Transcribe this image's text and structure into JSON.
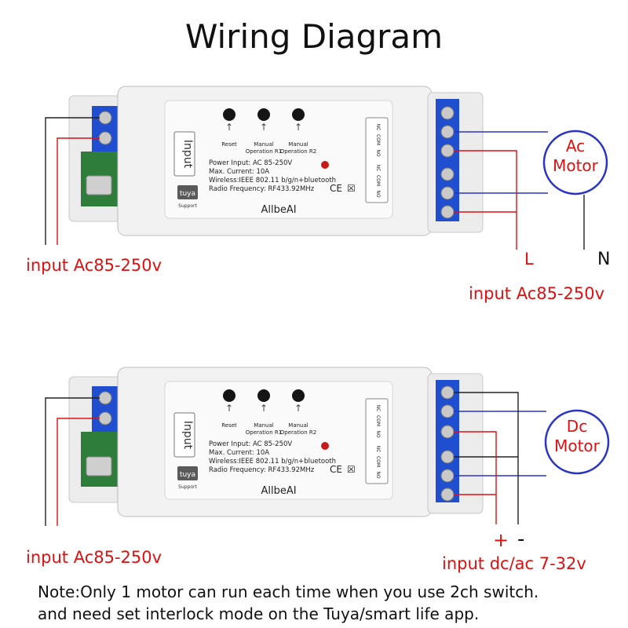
{
  "title": "Wiring Diagram",
  "device": {
    "brand": "AllbeAI",
    "input_tag": "Input",
    "buttons": [
      "Reset",
      "Manual\nOperation R1",
      "Manual\nOperation R2"
    ],
    "specs": [
      "Power Input:  AC 85-250V",
      "Max. Current:  10A",
      "Wireless:IEEE 802.11 b/g/n+bluetooth",
      "Radio Frequency:  RF433.92MHz"
    ],
    "ce_mark": "CE",
    "tuya_logo": "tuya",
    "tuya_sub": "Support",
    "relay_labels": [
      "NC",
      "COM",
      "NO",
      "NC",
      "COM",
      "NO"
    ]
  },
  "top": {
    "left_input": "input Ac85-250v",
    "motor_line1": "Ac",
    "motor_line2": "Motor",
    "L": "L",
    "N": "N",
    "right_input": "input Ac85-250v"
  },
  "bottom": {
    "left_input": "input Ac85-250v",
    "motor_line1": "Dc",
    "motor_line2": "Motor",
    "plus": "+",
    "minus": "-",
    "right_input": "input dc/ac 7-32v"
  },
  "note": {
    "line1": "Note:Only 1 motor can run each time when you use 2ch switch.",
    "line2": "and need set interlock mode on the Tuya/smart life app."
  },
  "colors": {
    "wire_black": "#222222",
    "wire_red": "#e01010",
    "wire_blue": "#2a35c8",
    "terminal_blue": "#1f4fd0",
    "motor_circle": "#2a35c8"
  }
}
